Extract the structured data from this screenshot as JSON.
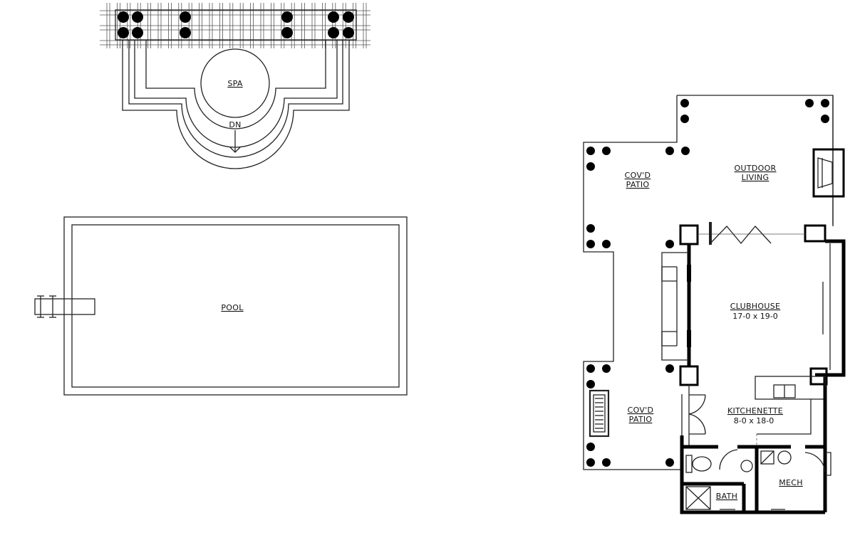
{
  "labels": {
    "spa": "SPA",
    "spa_down": "DN",
    "pool": "POOL",
    "patio_top_1": "COV'D",
    "patio_top_2": "PATIO",
    "outdoor_1": "OUTDOOR",
    "outdoor_2": "LIVING",
    "clubhouse": "CLUBHOUSE",
    "clubhouse_dim": "17-0 x 19-0",
    "patio_bottom_1": "COV'D",
    "patio_bottom_2": "PATIO",
    "kitchenette": "KITCHENETTE",
    "kitchenette_dim": "8-0 x 18-0",
    "bath": "BATH",
    "mech": "MECH"
  },
  "colors": {
    "line": "#222222",
    "wall": "#000000",
    "background": "#ffffff"
  }
}
